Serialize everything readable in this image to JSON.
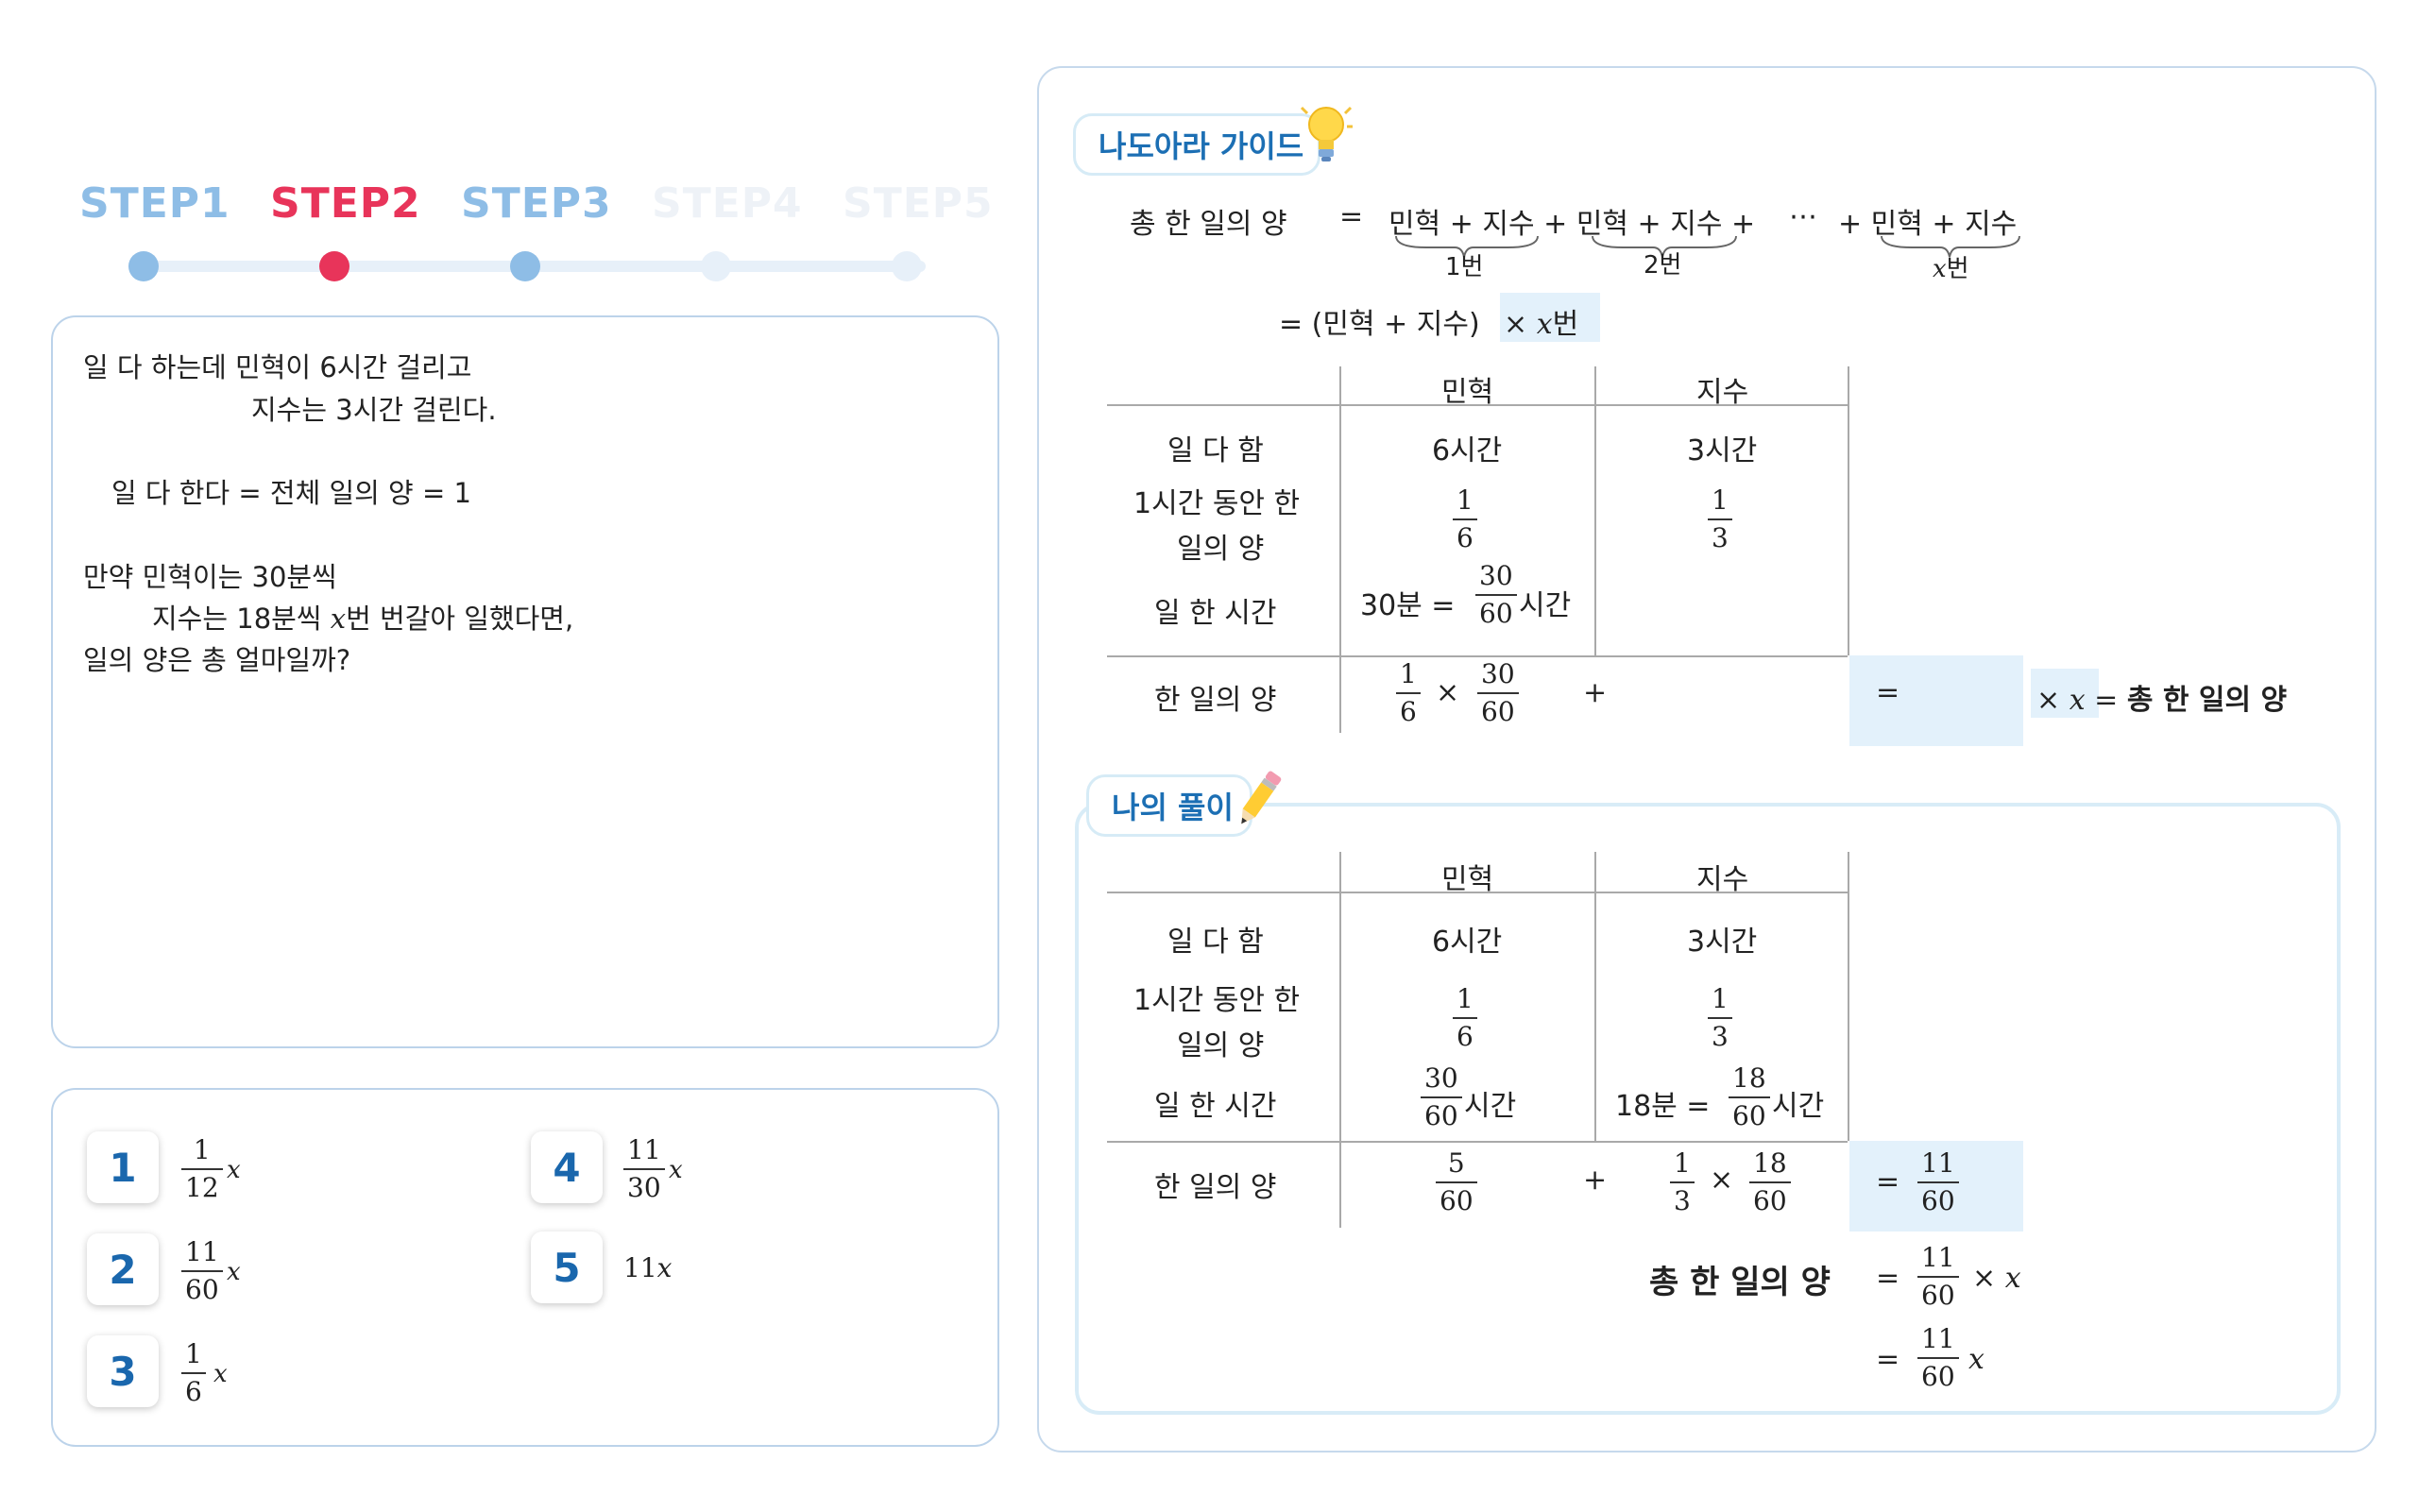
{
  "steps": {
    "s1": "STEP1",
    "s2": "STEP2",
    "s3": "STEP3",
    "s4": "STEP4",
    "s5": "STEP5"
  },
  "problem": {
    "line1": "일 다 하는데 민혁이 6시간 걸리고",
    "line2": "지수는 3시간 걸린다.",
    "line3": "일 다 한다 = 전체 일의 양 = 1",
    "line4": "만약 민혁이는 30분씩",
    "line5a": "지수는 18분씩 ",
    "line5x": "x",
    "line5b": "번 번갈아 일했다면,",
    "line6": "일의 양은 총 얼마일까?"
  },
  "choices": {
    "c1": {
      "num": "1",
      "n": "1",
      "d": "12",
      "x": "x"
    },
    "c2": {
      "num": "2",
      "n": "11",
      "d": "60",
      "x": "x"
    },
    "c3": {
      "num": "3",
      "n": "1",
      "d": "6",
      "x": "x"
    },
    "c4": {
      "num": "4",
      "n": "11",
      "d": "30",
      "x": "x"
    },
    "c5": {
      "num": "5",
      "val": "11",
      "x": "x"
    }
  },
  "guide": {
    "tag": "나도아라 가이드",
    "total_label": "총 한 일의 양",
    "eq": "=",
    "sum1": "민혁 + 지수 + 민혁 + 지수 +",
    "dots": "⋯",
    "sum2": "+ 민혁 + 지수",
    "b1": "1번",
    "b2": "2번",
    "bx": "x",
    "bx2": "번",
    "line2a": "= (민혁 + 지수)",
    "line2b": "× ",
    "line2x": "x",
    "line2c": "번",
    "table": {
      "col1": "민혁",
      "col2": "지수",
      "r1": "일 다 함",
      "r1c1": "6시간",
      "r1c2": "3시간",
      "r2a": "1시간 동안 한",
      "r2b": "일의 양",
      "r2c1n": "1",
      "r2c1d": "6",
      "r2c2n": "1",
      "r2c2d": "3",
      "r3": "일 한 시간",
      "r3c1a": "30분 =",
      "r3c1n": "30",
      "r3c1d": "60",
      "r3c1b": "시간",
      "r4": "한 일의 양",
      "r4f1n": "1",
      "r4f1d": "6",
      "times": "×",
      "r4f2n": "30",
      "r4f2d": "60",
      "plus": "+",
      "eq": "=",
      "tail_times": "× ",
      "tail_x": "x",
      "tail_eq": " = ",
      "tail_label": "총 한 일의 양"
    }
  },
  "solution": {
    "tag": "나의 풀이",
    "table": {
      "col1": "민혁",
      "col2": "지수",
      "r1": "일 다 함",
      "r1c1": "6시간",
      "r1c2": "3시간",
      "r2a": "1시간 동안 한",
      "r2b": "일의 양",
      "r2c1n": "1",
      "r2c1d": "6",
      "r2c2n": "1",
      "r2c2d": "3",
      "r3": "일 한 시간",
      "r3c1n": "30",
      "r3c1d": "60",
      "r3c1b": "시간",
      "r3c2a": "18분 =",
      "r3c2n": "18",
      "r3c2d": "60",
      "r3c2b": "시간",
      "r4": "한 일의 양",
      "r4c1n": "5",
      "r4c1d": "60",
      "plus": "+",
      "r4c2f1n": "1",
      "r4c2f1d": "3",
      "times": "×",
      "r4c2f2n": "18",
      "r4c2f2d": "60",
      "eq": "=",
      "resn": "11",
      "resd": "60"
    },
    "total_label": "총 한 일의 양",
    "eq": "=",
    "t1n": "11",
    "t1d": "60",
    "t1times": "× ",
    "t1x": "x",
    "t2n": "11",
    "t2d": "60",
    "t2x": "x"
  },
  "colors": {
    "step_done": "#8ebde6",
    "step_active": "#e8345a",
    "step_todo": "#eef2f7",
    "accent_blue": "#1c6fb4",
    "highlight": "#e3f1fb",
    "border": "#bcd3ea"
  }
}
